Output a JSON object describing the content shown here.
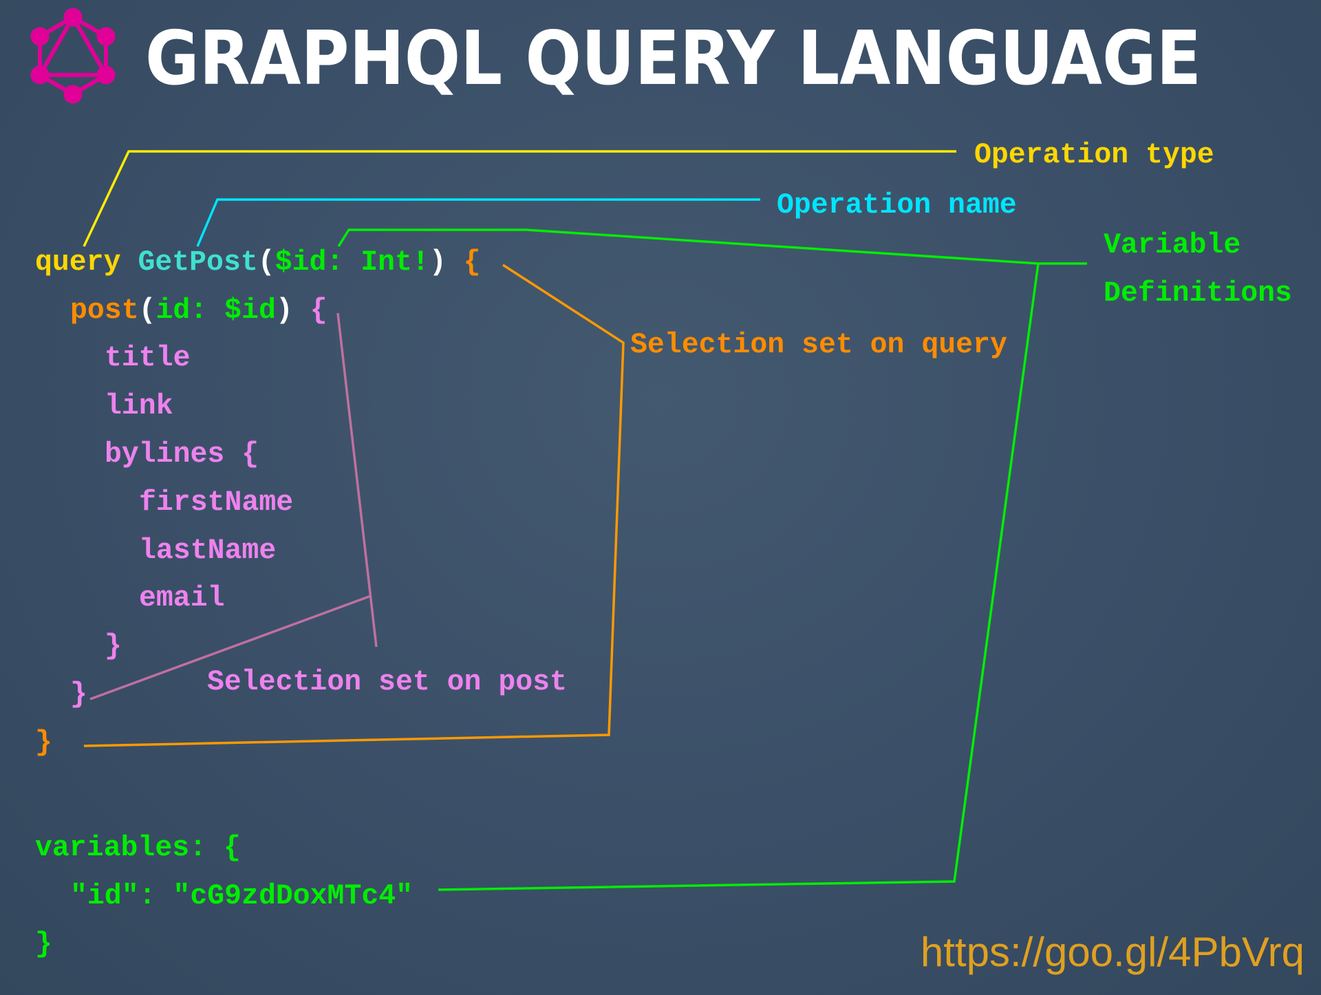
{
  "header": {
    "title": "GRAPHQL QUERY LANGUAGE",
    "logo": "graphql-logo"
  },
  "code": {
    "l1": {
      "kw": "query",
      "name": "GetPost",
      "open": "(",
      "var": "$id: Int!",
      "close": ")",
      "brace": "{"
    },
    "l2": {
      "field": "post",
      "open": "(",
      "args": "id: $id",
      "close": ")",
      "brace": "{"
    },
    "fields": [
      "title",
      "link",
      "bylines {",
      "firstName",
      "lastName",
      "email",
      "}"
    ],
    "close_post": "}",
    "close_query": "}",
    "variables_open": "variables: {",
    "variables_entry": "\"id\": \"cG9zdDoxMTc4\"",
    "variables_close": "}"
  },
  "annotations": {
    "operation_type": "Operation type",
    "operation_name": "Operation name",
    "variable_definitions_1": "Variable",
    "variable_definitions_2": "Definitions",
    "selection_query": "Selection set on query",
    "selection_post": "Selection set on post"
  },
  "footer": {
    "url": "https://goo.gl/4PbVrq"
  },
  "colors": {
    "yellow": "#ffd700",
    "cyan": "#40e0d0",
    "green": "#00ee00",
    "orange": "#ff8c00",
    "pink": "#ee82ee",
    "url": "#e0a020"
  }
}
